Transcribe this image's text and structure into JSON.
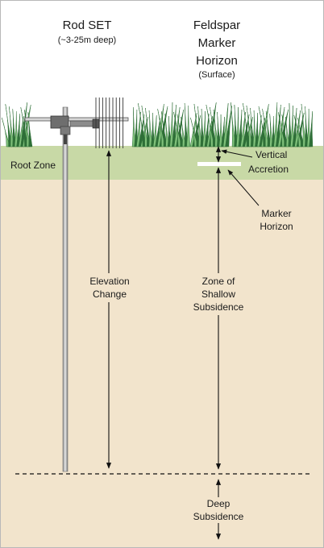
{
  "headings": {
    "rod_set": "Rod SET",
    "rod_set_depth": "(~3-25m deep)",
    "feldspar_line1": "Feldspar",
    "feldspar_line2": "Marker",
    "feldspar_line3": "Horizon",
    "feldspar_surface": "(Surface)"
  },
  "labels": {
    "root_zone": "Root Zone",
    "vertical_line1": "Vertical",
    "vertical_line2": "Accretion",
    "marker_line1": "Marker",
    "marker_line2": "Horizon",
    "elevation_line1": "Elevation",
    "elevation_line2": "Change",
    "shallow_line1": "Zone of",
    "shallow_line2": "Shallow",
    "shallow_line3": "Subsidence",
    "deep_line1": "Deep",
    "deep_line2": "Subsidence"
  },
  "colors": {
    "root_zone_fill": "#c8d9a6",
    "soil_fill": "#f2e4cc",
    "grass_light": "#7fc07a",
    "grass_dark": "#2e6f37",
    "marker_band": "#ffffff",
    "line": "#111111"
  },
  "icons": [
    "rod-set-instrument-icon",
    "marsh-grass-icon",
    "measuring-pins-icon"
  ]
}
